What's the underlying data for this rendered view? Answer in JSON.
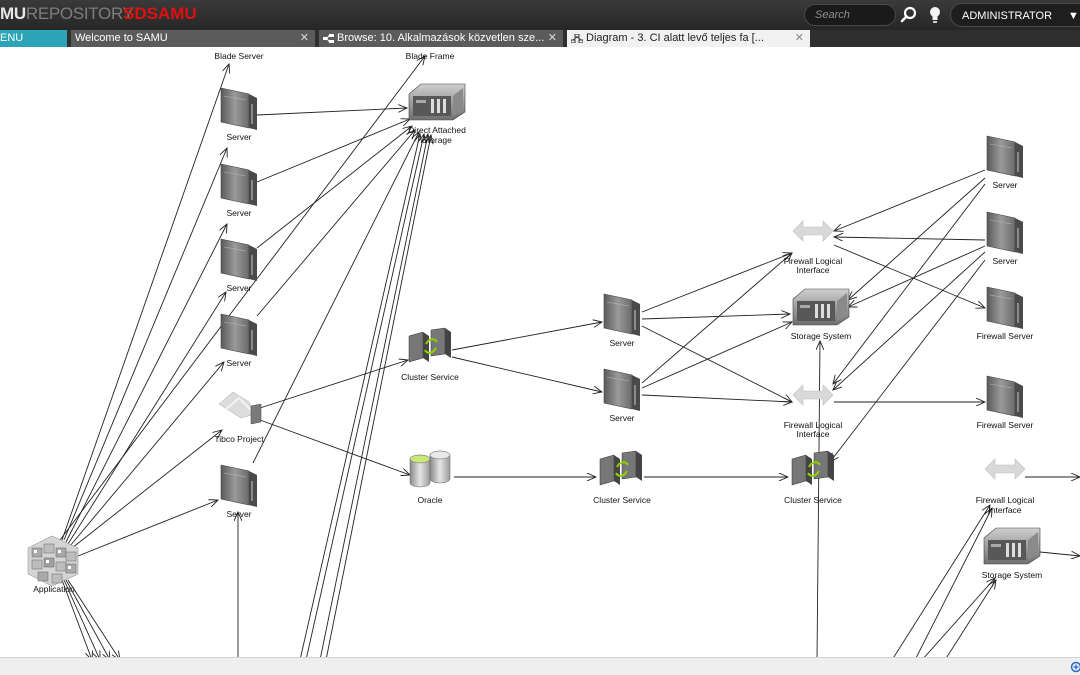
{
  "app": {
    "brand_bold": "MU",
    "brand_light": "REPOSITORY",
    "brand_secondary": "SDSAMU",
    "search_placeholder": "Search",
    "user": "ADMINISTRATOR"
  },
  "tabs": [
    {
      "label": "ENU"
    },
    {
      "label": "Welcome to SAMU"
    },
    {
      "label": "Browse: 10. Alkalmazások közvetlen sze..."
    },
    {
      "label": "Diagram - 3. CI alatt levő teljes fa [..."
    }
  ],
  "nodes": {
    "blade_server": "Blade Server",
    "blade_frame": "Blade Frame",
    "server_a1": "Server",
    "server_a2": "Server",
    "server_a3": "Server",
    "server_a4": "Server",
    "server_a5": "Server",
    "tibco": "Tibco Project",
    "application": "Application",
    "das_line1": "Direct Attached",
    "das_line2": "Storage",
    "cluster_service_1": "Cluster Service",
    "oracle": "Oracle",
    "server_b1": "Server",
    "server_b2": "Server",
    "cluster_service_2": "Cluster Service",
    "fw_logical_1_line1": "Firewall Logical",
    "fw_logical_1_line2": "Interface",
    "storage_system_1": "Storage System",
    "fw_logical_2_line1": "Firewall Logical",
    "fw_logical_2_line2": "Interface",
    "cluster_service_3": "Cluster Service",
    "server_c1": "Server",
    "server_c2": "Server",
    "firewall_server_1": "Firewall Server",
    "firewall_server_2": "Firewall Server",
    "fw_logical_3_line1": "Firewall Logical",
    "fw_logical_3_line2": "Interface",
    "storage_system_2": "Storage System"
  },
  "colors": {
    "topbar": "#2c2c2c",
    "menu_tab": "#2ba4b8",
    "brand_red": "#e01010",
    "active_tab": "#f1f1f1"
  }
}
